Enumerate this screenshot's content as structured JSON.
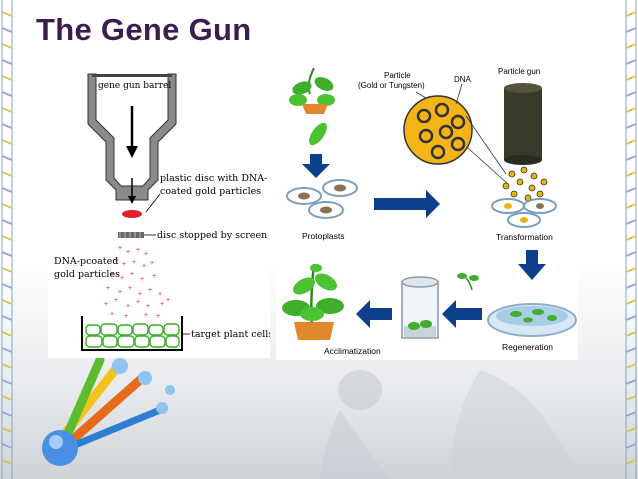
{
  "title": "The Gene Gun",
  "left_diagram": {
    "barrel_label": "gene gun barrel",
    "disc_label_line1": "plastic disc with DNA-",
    "disc_label_line2": "coated gold particles",
    "stopped_label": "disc stopped by screen",
    "particles_label_line1": "DNA-pcoated",
    "particles_label_line2": "gold particles",
    "cells_label": "target plant cells"
  },
  "right_diagram": {
    "particle_label_line1": "Particle",
    "particle_label_line2": "(Gold or Tungsten)",
    "dna_label": "DNA",
    "particle_gun_label": "Particle gun",
    "protoplasts_label": "Protoplasts",
    "transformation_label": "Transformation",
    "regeneration_label": "Regeneration",
    "acclimatization_label": "Acclimatization"
  },
  "colors": {
    "title": "#3d1d4e",
    "arrow": "#0d3f8c",
    "plant_green": "#3fae2a",
    "gold": "#e8b20f",
    "particle_red": "#e0202a"
  }
}
